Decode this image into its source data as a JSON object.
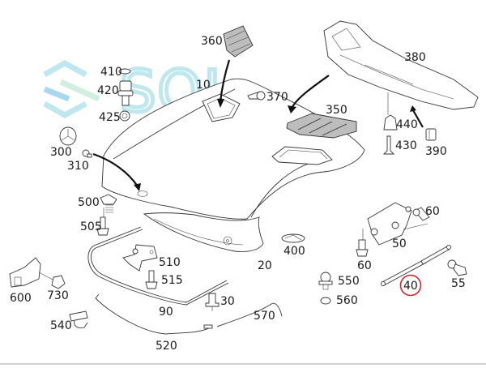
{
  "diagram": {
    "type": "exploded-parts-diagram",
    "subject": "hood (bonnet) assembly",
    "watermark": {
      "text": "SOL",
      "colors": {
        "teal": "#b8e6ec",
        "green": "#cdeedd",
        "blue": "#9fd4ef"
      }
    },
    "highlight": {
      "part": "40",
      "color": "#e0202a"
    },
    "parts": [
      {
        "id": "p10",
        "label": "10"
      },
      {
        "id": "p20",
        "label": "20"
      },
      {
        "id": "p30",
        "label": "30"
      },
      {
        "id": "p40",
        "label": "40"
      },
      {
        "id": "p50",
        "label": "50"
      },
      {
        "id": "p55",
        "label": "55"
      },
      {
        "id": "p60a",
        "label": "60"
      },
      {
        "id": "p60b",
        "label": "60"
      },
      {
        "id": "p90",
        "label": "90"
      },
      {
        "id": "p300",
        "label": "300"
      },
      {
        "id": "p310",
        "label": "310"
      },
      {
        "id": "p350",
        "label": "350"
      },
      {
        "id": "p360",
        "label": "360"
      },
      {
        "id": "p370",
        "label": "370"
      },
      {
        "id": "p380",
        "label": "380"
      },
      {
        "id": "p390",
        "label": "390"
      },
      {
        "id": "p400",
        "label": "400"
      },
      {
        "id": "p410",
        "label": "410"
      },
      {
        "id": "p420",
        "label": "420"
      },
      {
        "id": "p425",
        "label": "425"
      },
      {
        "id": "p430",
        "label": "430"
      },
      {
        "id": "p440",
        "label": "440"
      },
      {
        "id": "p500",
        "label": "500"
      },
      {
        "id": "p505",
        "label": "505"
      },
      {
        "id": "p510",
        "label": "510"
      },
      {
        "id": "p515",
        "label": "515"
      },
      {
        "id": "p520",
        "label": "520"
      },
      {
        "id": "p540",
        "label": "540"
      },
      {
        "id": "p550",
        "label": "550"
      },
      {
        "id": "p560",
        "label": "560"
      },
      {
        "id": "p570",
        "label": "570"
      },
      {
        "id": "p600",
        "label": "600"
      },
      {
        "id": "p730",
        "label": "730"
      }
    ]
  }
}
